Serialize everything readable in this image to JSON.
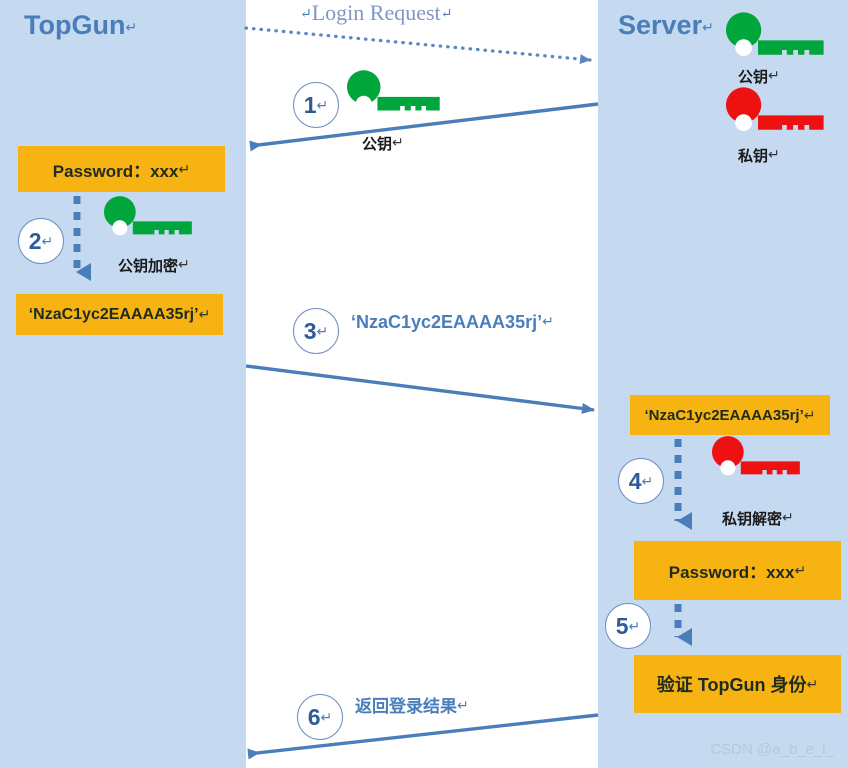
{
  "diagram": {
    "title_left": "TopGun",
    "title_right": "Server",
    "pilcrow": "↵",
    "watermark": "CSDN @a_b_e_l_",
    "colors": {
      "panel_blue": "#c5d9f1",
      "actor_title_blue": "#4a7ebb",
      "box_orange": "#f6b312",
      "arrow_blue": "#4a7ebb",
      "public_key_green": "#00a63c",
      "private_key_red": "#ee1111",
      "step_number_blue": "#2e5b9a"
    }
  },
  "labels": {
    "login_request": "Login Request",
    "public_key": "公钥",
    "private_key": "私钥",
    "public_key_encrypt": "公钥加密",
    "private_key_decrypt": "私钥解密",
    "return_login_result": "返回登录结果"
  },
  "boxes": {
    "password_left": "Password：xxx",
    "ciphertext_left": "‘NzaC1yc2EAAAA35rj’",
    "ciphertext_right": "‘NzaC1yc2EAAAA35rj’",
    "password_right": "Password：xxx",
    "verify_identity": "验证 TopGun 身份"
  },
  "steps": [
    {
      "number": "1",
      "meaning": "server-sends-public-key-to-topgun"
    },
    {
      "number": "2",
      "meaning": "topgun-encrypts-password-with-public-key"
    },
    {
      "number": "3",
      "meaning": "topgun-sends-ciphertext-to-server"
    },
    {
      "number": "4",
      "meaning": "server-decrypts-with-private-key"
    },
    {
      "number": "5",
      "meaning": "server-verifies-topgun-identity"
    },
    {
      "number": "6",
      "meaning": "server-returns-login-result"
    }
  ],
  "middle_ciphertext": "‘NzaC1yc2EAAAA35rj’",
  "keys": {
    "server_public": "公钥",
    "server_private": "私钥"
  }
}
